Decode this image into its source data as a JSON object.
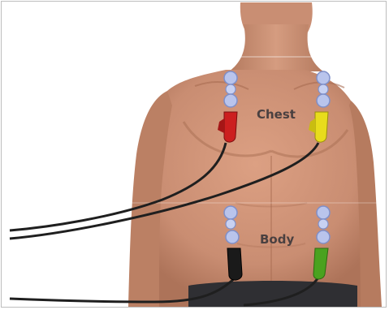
{
  "labels": {
    "chest": "Chest",
    "body": "Body"
  },
  "colors": {
    "background": "#ffffff",
    "frame_border": "#bdbdbd",
    "skin": "#cf957a",
    "skin_shadow": "#b67a5f",
    "skin_highlight": "#e2ad93",
    "hair": "#6b4a35",
    "electrode_pad": "#b9c4ec",
    "electrode_pad_edge": "#7f8fc9",
    "lead_red": "#cc1f1f",
    "lead_yellow": "#e8dc1c",
    "lead_black": "#1a1a1a",
    "lead_green": "#4aa21f",
    "cable": "#2a2a2a",
    "waistband": "#2f2f33"
  },
  "electrodes": [
    {
      "id": "right-arm",
      "zone": "chest",
      "clip_color": "red"
    },
    {
      "id": "left-arm",
      "zone": "chest",
      "clip_color": "yellow"
    },
    {
      "id": "right-leg",
      "zone": "body",
      "clip_color": "black"
    },
    {
      "id": "left-leg",
      "zone": "body",
      "clip_color": "green"
    }
  ]
}
